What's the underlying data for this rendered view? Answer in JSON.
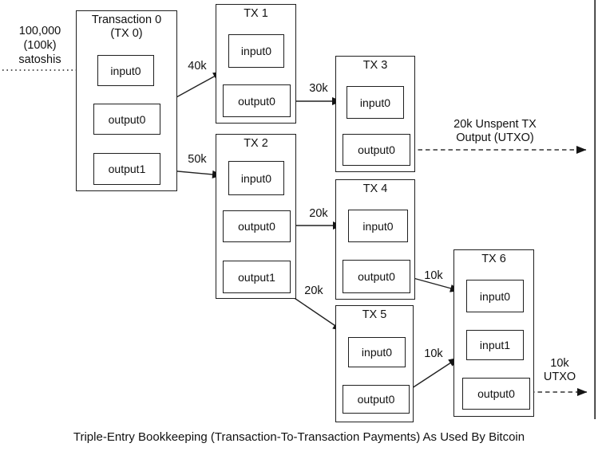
{
  "source": {
    "line1": "100,000",
    "line2": "(100k)",
    "line3": "satoshis"
  },
  "transactions": [
    {
      "title": "Transaction 0",
      "subtitle": "(TX 0)",
      "slots": [
        "input0",
        "output0",
        "output1"
      ]
    },
    {
      "title": "TX 1",
      "slots": [
        "input0",
        "output0"
      ]
    },
    {
      "title": "TX 2",
      "slots": [
        "input0",
        "output0",
        "output1"
      ]
    },
    {
      "title": "TX 3",
      "slots": [
        "input0",
        "output0"
      ]
    },
    {
      "title": "TX 4",
      "slots": [
        "input0",
        "output0"
      ]
    },
    {
      "title": "TX 5",
      "slots": [
        "input0",
        "output0"
      ]
    },
    {
      "title": "TX 6",
      "slots": [
        "input0",
        "input1",
        "output0"
      ]
    }
  ],
  "flows": [
    {
      "from": "source",
      "to": "tx0.input0",
      "style": "dotted",
      "label": ""
    },
    {
      "from": "tx0.output0",
      "to": "tx1.input0",
      "style": "solid",
      "label": "40k"
    },
    {
      "from": "tx0.output1",
      "to": "tx2.input0",
      "style": "solid",
      "label": "50k"
    },
    {
      "from": "tx1.output0",
      "to": "tx3.input0",
      "style": "solid",
      "label": "30k"
    },
    {
      "from": "tx2.output0",
      "to": "tx4.input0",
      "style": "solid",
      "label": "20k"
    },
    {
      "from": "tx2.output1",
      "to": "tx5.input0",
      "style": "solid",
      "label": "20k"
    },
    {
      "from": "tx4.output0",
      "to": "tx6.input0",
      "style": "solid",
      "label": "10k"
    },
    {
      "from": "tx5.output0",
      "to": "tx6.input1",
      "style": "solid",
      "label": "10k"
    },
    {
      "from": "tx3.output0",
      "to": "unspent",
      "style": "dashed",
      "label_lines": [
        "20k Unspent TX",
        "Output (UTXO)"
      ]
    },
    {
      "from": "tx6.output0",
      "to": "unspent",
      "style": "dashed",
      "label_lines": [
        "10k",
        "UTXO"
      ]
    }
  ],
  "colors": {
    "ink": "#1f1f1f",
    "background": "#ffffff"
  },
  "caption": "Triple-Entry Bookkeeping (Transaction-To-Transaction Payments) As Used By Bitcoin"
}
